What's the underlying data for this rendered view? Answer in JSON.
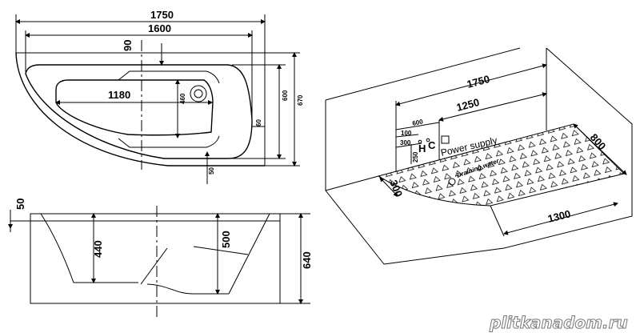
{
  "top_view": {
    "overall_length": "1750",
    "inner_length": "1600",
    "rim_offset_top": "90",
    "basin_length": "1180",
    "basin_width": "460",
    "inner_width": "600",
    "overall_width": "670",
    "rim_right": "60",
    "rim_bottom": "50"
  },
  "side_view": {
    "rim_thickness": "50",
    "depth_left": "440",
    "depth_right": "500",
    "overall_height": "640"
  },
  "iso_view": {
    "length": "1750",
    "pipe_span": "1250",
    "pipe_offset": "600",
    "pipe_spacing": "100",
    "pipe_height": "300",
    "pipe_low": "250",
    "hot_label": "H",
    "cold_label": "C",
    "power_supply": "Power supply",
    "drain_label": "Draining water",
    "depth": "800",
    "corner_offset": "300",
    "floor_length": "1300"
  },
  "watermark": "plitkanadom.ru"
}
